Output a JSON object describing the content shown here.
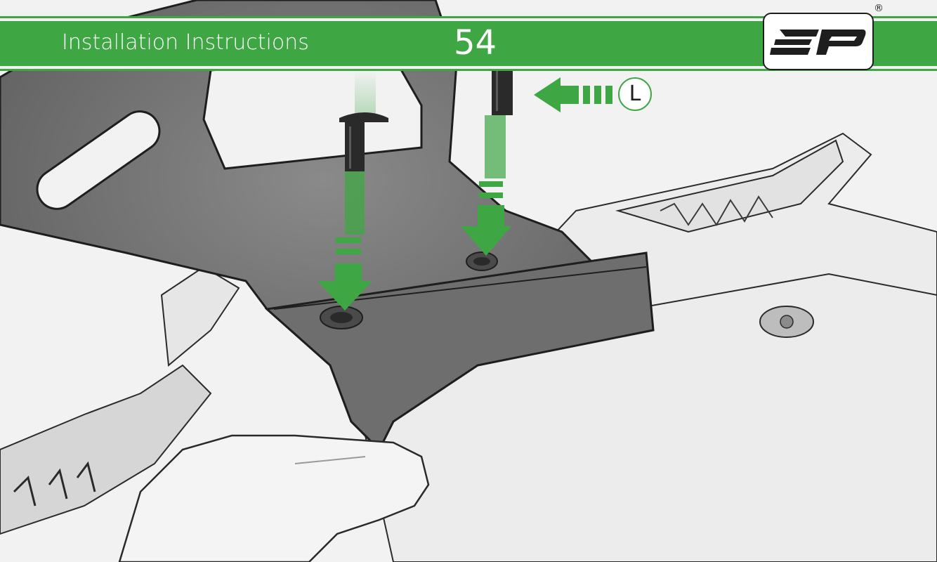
{
  "header": {
    "title": "Installation Instructions",
    "step_number": "54",
    "registered_mark": "®"
  },
  "logo": {
    "icon": "ep-logo-icon",
    "text": "EP"
  },
  "callout": {
    "side_label": "L",
    "icon": "arrow-left-icon"
  },
  "illustration": {
    "icons": [
      "screw-icon",
      "arrow-down-icon",
      "hand-icon",
      "bracket-icon"
    ]
  },
  "colors": {
    "accent_green": "#3fa644",
    "banner_text": "#ffffff",
    "line_art": "#1e1e1e",
    "background": "#f2f2f2"
  }
}
